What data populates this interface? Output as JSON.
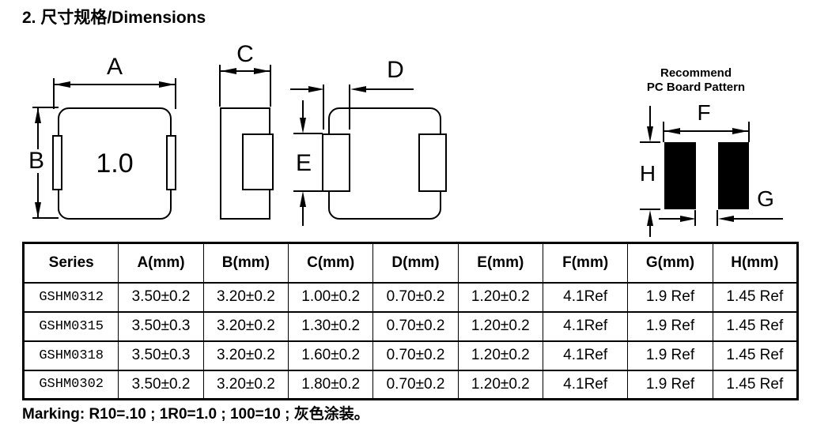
{
  "page": {
    "title": "2. 尺寸规格/Dimensions",
    "marking_note": "Marking: R10=.10 ; 1R0=1.0 ; 100=10 ; 灰色涂装。"
  },
  "colors": {
    "ink": "#000000",
    "paper": "#ffffff"
  },
  "drawings": {
    "top_view": {
      "dim_width": "A",
      "dim_height": "B",
      "part_marking": "1.0"
    },
    "side_view": {
      "dim_thickness": "C"
    },
    "bottom_view": {
      "dim_pad_width": "D",
      "dim_pad_span": "E"
    },
    "pcb_pattern": {
      "title_line1": "Recommend",
      "title_line2": "PC Board Pattern",
      "dim_span": "F",
      "dim_gap": "G",
      "dim_pad_length": "H"
    }
  },
  "table": {
    "headers": [
      "Series",
      "A(mm)",
      "B(mm)",
      "C(mm)",
      "D(mm)",
      "E(mm)",
      "F(mm)",
      "G(mm)",
      "H(mm)"
    ],
    "rows": [
      {
        "series": "GSHM0312",
        "cells": [
          "3.50±0.2",
          "3.20±0.2",
          "1.00±0.2",
          "0.70±0.2",
          "1.20±0.2",
          "4.1Ref",
          "1.9 Ref",
          "1.45 Ref"
        ]
      },
      {
        "series": "GSHM0315",
        "cells": [
          "3.50±0.3",
          "3.20±0.2",
          "1.30±0.2",
          "0.70±0.2",
          "1.20±0.2",
          "4.1Ref",
          "1.9 Ref",
          "1.45 Ref"
        ]
      },
      {
        "series": "GSHM0318",
        "cells": [
          "3.50±0.3",
          "3.20±0.2",
          "1.60±0.2",
          "0.70±0.2",
          "1.20±0.2",
          "4.1Ref",
          "1.9 Ref",
          "1.45 Ref"
        ]
      },
      {
        "series": "GSHM0302",
        "cells": [
          "3.50±0.2",
          "3.20±0.2",
          "1.80±0.2",
          "0.70±0.2",
          "1.20±0.2",
          "4.1Ref",
          "1.9 Ref",
          "1.45 Ref"
        ]
      }
    ]
  }
}
